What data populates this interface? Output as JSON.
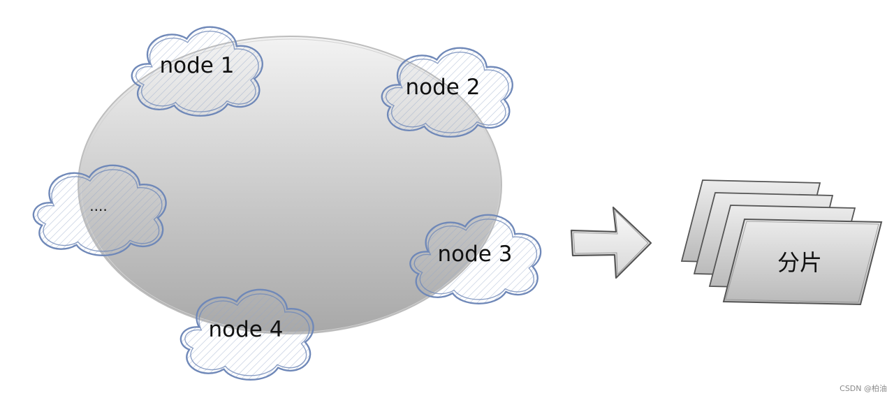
{
  "nodes": [
    {
      "id": "node1",
      "label": "node 1"
    },
    {
      "id": "node2",
      "label": "node 2"
    },
    {
      "id": "node3",
      "label": "node 3"
    },
    {
      "id": "node4",
      "label": "node 4"
    },
    {
      "id": "more",
      "label": "...."
    }
  ],
  "shard_label": "分片",
  "watermark": "CSDN @柏油",
  "colors": {
    "cloud_stroke": "#6f88b8",
    "ring_light": "#f2f2f2",
    "ring_dark": "#a9a9a9",
    "hatch": "#93a6c8"
  }
}
